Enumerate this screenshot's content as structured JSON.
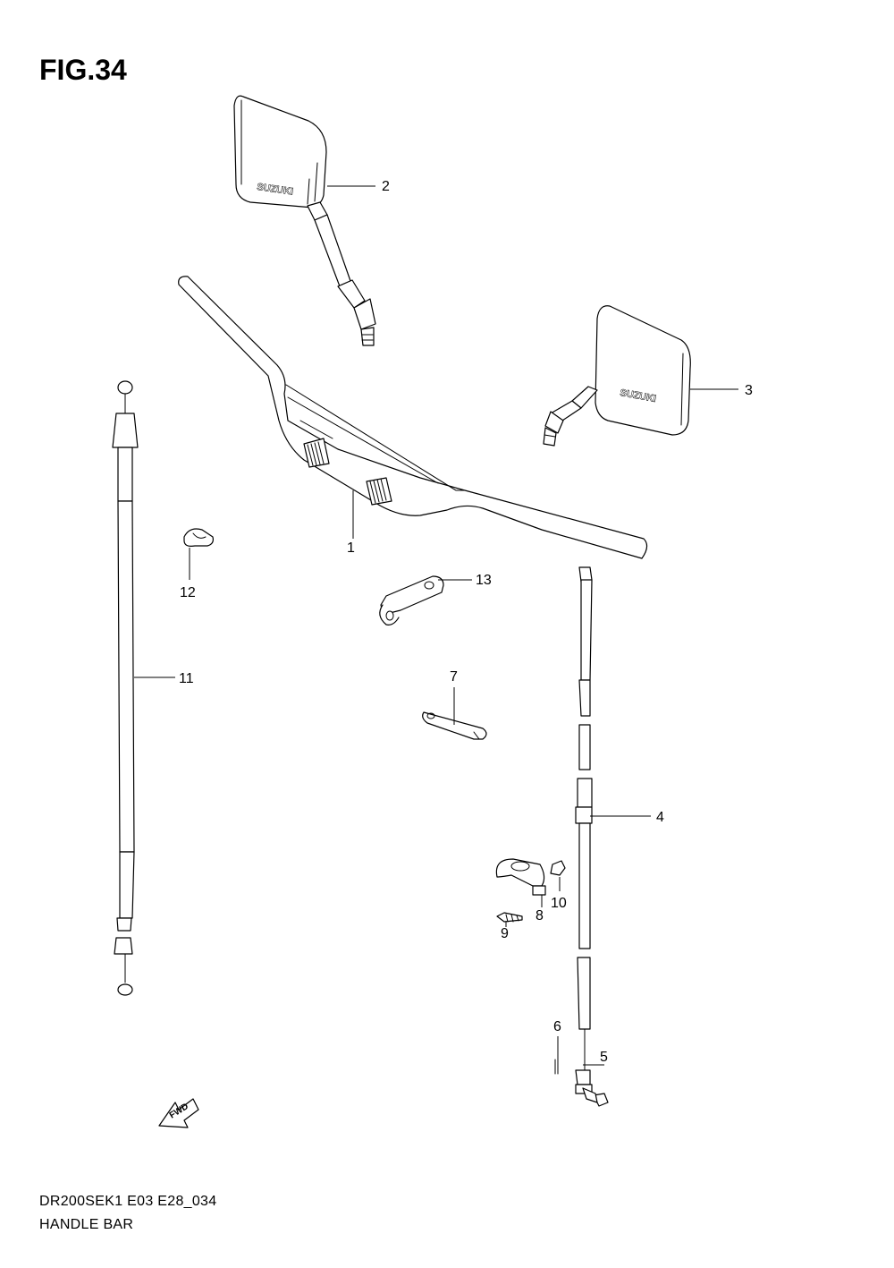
{
  "figure": {
    "title": "FIG.34",
    "model_code": "DR200SEK1 E03 E28_034",
    "caption": "HANDLE BAR",
    "fwd_label": "FWD"
  },
  "callouts": [
    "1",
    "2",
    "3",
    "4",
    "5",
    "6",
    "7",
    "8",
    "9",
    "10",
    "11",
    "12",
    "13"
  ]
}
